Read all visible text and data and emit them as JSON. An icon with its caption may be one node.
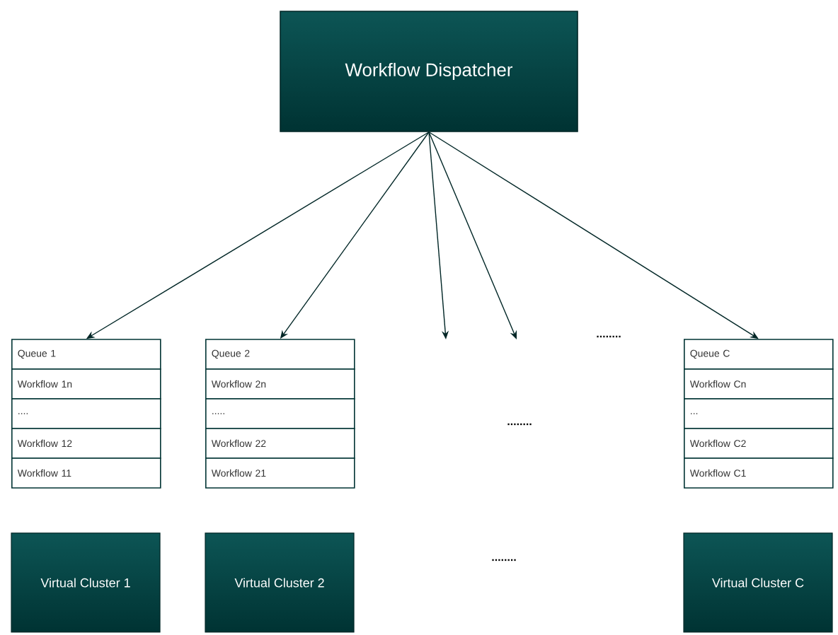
{
  "diagram": {
    "nodes": [
      {
        "text": [
          "Workflow Dispatcher"
        ]
      },
      {
        "text": [
          "Queue 1"
        ]
      },
      {
        "text": [
          "Workflow 1n"
        ]
      },
      {
        "text": [
          "...."
        ]
      },
      {
        "text": [
          "Workflow 12"
        ]
      },
      {
        "text": [
          "Workflow 11"
        ]
      },
      {
        "text": [
          "Queue 2"
        ]
      },
      {
        "text": [
          "Workflow 2n"
        ]
      },
      {
        "text": [
          "....."
        ]
      },
      {
        "text": [
          "Workflow 22"
        ]
      },
      {
        "text": [
          "Workflow 21"
        ]
      },
      {
        "text": [
          "Queue C"
        ]
      },
      {
        "text": [
          "Workflow Cn"
        ]
      },
      {
        "text": [
          "..."
        ]
      },
      {
        "text": [
          "Workflow C2"
        ]
      },
      {
        "text": [
          "Workflow C1"
        ]
      },
      {
        "text": [
          "Virtual Cluster 1"
        ]
      },
      {
        "text": [
          "Virtual Cluster 2"
        ]
      },
      {
        "text": [
          "Virtual Cluster C"
        ]
      }
    ],
    "edges": [
      {
        "from": 0,
        "to": 1,
        "arrow": "to"
      },
      {
        "from": 0,
        "to": 6,
        "arrow": "to"
      },
      {
        "from": 0,
        "to": null,
        "arrow": "to"
      },
      {
        "from": 0,
        "to": null,
        "arrow": "to"
      },
      {
        "from": 0,
        "to": 11,
        "arrow": "to"
      }
    ],
    "labels": [
      "........",
      "........",
      "........"
    ]
  }
}
